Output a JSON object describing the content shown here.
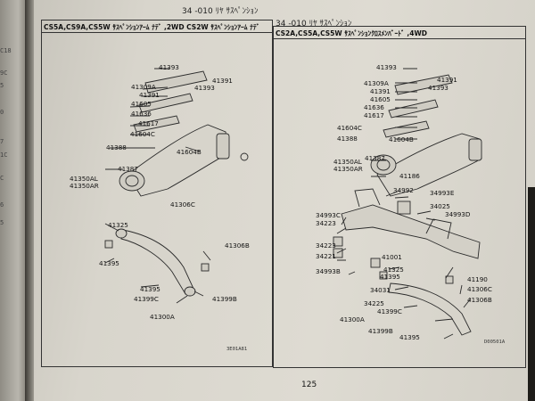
{
  "prev_page": {
    "margin_marks": [
      "C18",
      "9C",
      "5",
      "0",
      "7",
      "1C",
      "C",
      "6",
      "5"
    ]
  },
  "left_panel": {
    "section": "34 -010 ﾘﾔ ｻｽﾍﾟﾝｼｮﾝ",
    "header": "CS5A,CS9A,CS5W ｻｽﾍﾟﾝｼｮﾝｱｰﾑ ﾅﾃﾞ ,2WD CS2W ｻｽﾍﾟﾝｼｮﾝｱｰﾑ ﾅﾃﾞ",
    "parts": [
      "41393",
      "41309A",
      "41391",
      "41393",
      "41391",
      "41605",
      "41636",
      "41617",
      "41604C",
      "41604B",
      "41388",
      "41387",
      "41350AL",
      "41350AR",
      "41306C",
      "41325",
      "41395",
      "41306B",
      "41395",
      "41399C",
      "41399B",
      "41300A"
    ],
    "figure_id": "3E01A81"
  },
  "right_panel": {
    "section": "34 -010 ﾘﾔ ｻｽﾍﾟﾝｼｮﾝ",
    "header": "CS2A,CS5A,CS5W ｻｽﾍﾟﾝｼｮﾝｸﾛｽﾒﾝﾊﾞｰﾄﾞ ,4WD",
    "parts": [
      "41393",
      "41309A",
      "41391",
      "41605",
      "41636",
      "41617",
      "41393",
      "41391",
      "41604C",
      "41604B",
      "41388",
      "41387",
      "41350AL",
      "41350AR",
      "41186",
      "34992",
      "34993E",
      "34025",
      "34993D",
      "34993C",
      "34223",
      "34223",
      "34221",
      "34993B",
      "41001",
      "41325",
      "41395",
      "34031",
      "34225",
      "41399C",
      "41300A",
      "41399B",
      "41395",
      "41190",
      "41306C",
      "41306B"
    ],
    "figure_id": "D00501A"
  },
  "page_number": "125"
}
